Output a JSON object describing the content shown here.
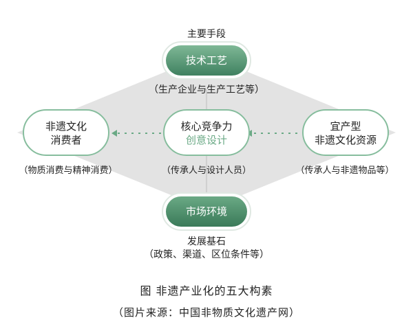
{
  "diagram": {
    "top": {
      "role": "主要手段",
      "name": "技术工艺",
      "detail": "（生产企业与生产工艺等）"
    },
    "left": {
      "line1": "非遗文化",
      "line2": "消费者",
      "detail": "（物质消费与精神消费）"
    },
    "center": {
      "line1": "核心竞争力",
      "line2": "创意设计",
      "detail": "（传承人与设计人员）"
    },
    "right": {
      "line1": "宜产型",
      "line2": "非遗文化资源",
      "detail": "（传承人与非遗物品等）"
    },
    "bottom": {
      "name": "市场环境",
      "role": "发展基石",
      "detail": "（政策、渠道、区位条件等）"
    }
  },
  "caption": {
    "title": "图 非遗产业化的五大构素",
    "source": "（图片来源：中国非物质文化遗产网）"
  },
  "colors": {
    "accent": "#5a9a78",
    "accent_dark": "#3d7d5d",
    "diamond": "#e2e2e2",
    "node_border": "#7fb896"
  }
}
